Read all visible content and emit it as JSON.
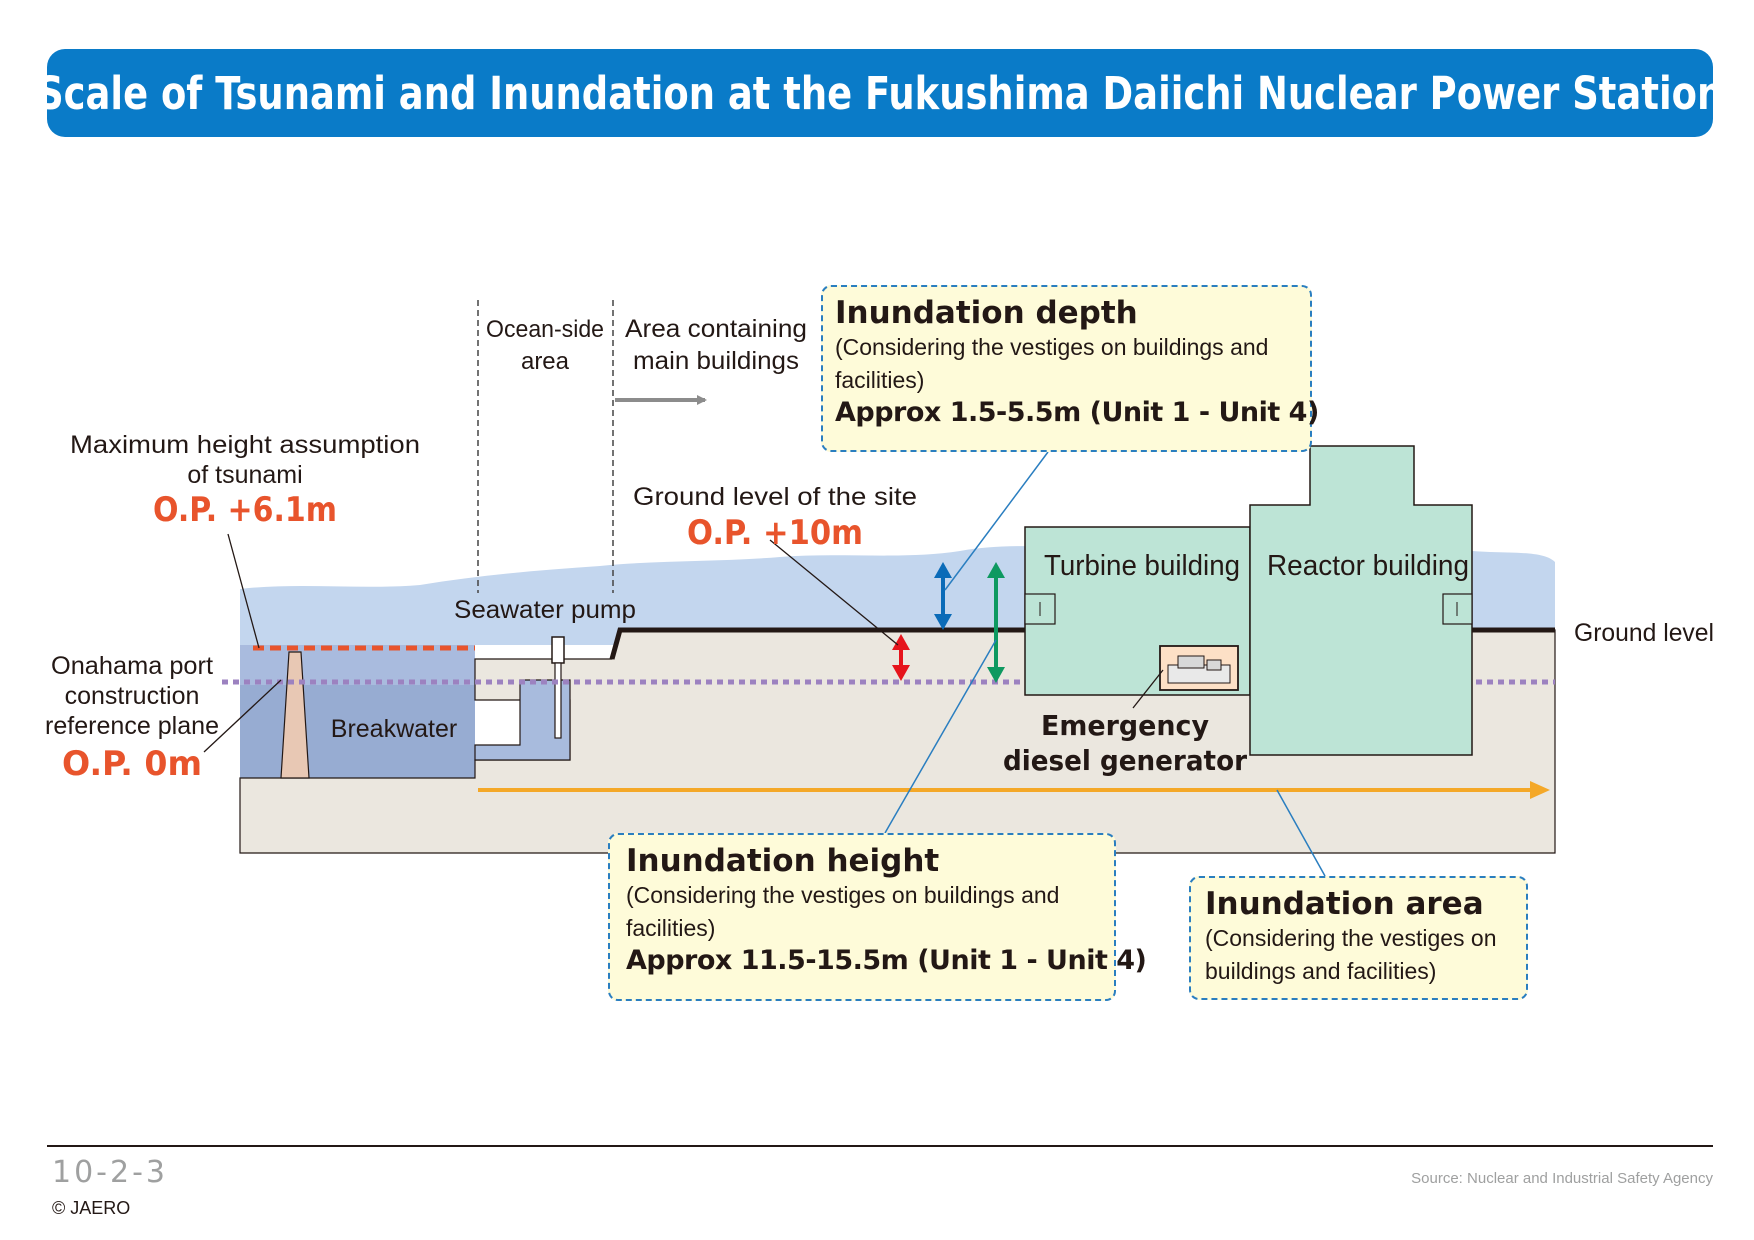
{
  "title": "Scale of Tsunami and Inundation at the Fukushima Daiichi Nuclear Power Station",
  "colors": {
    "banner": "#0a7bc8",
    "tsunami_water": "#c3d6ee",
    "sea": "#97acd2",
    "ground": "#ebe7df",
    "building": "#bde4d6",
    "accent_red": "#e8542c",
    "reference_plane": "#9c82c0",
    "area_arrow": "#f4a828",
    "depth_arrow": "#0a6bb8",
    "height_arrow": "#0e9960",
    "ground_gap_arrow": "#e6141c",
    "callout_fill": "#fefbd9",
    "callout_border": "#2a7ec0"
  },
  "labels": {
    "ocean_side_line1": "Ocean-side",
    "ocean_side_line2": "area",
    "main_buildings_line1": "Area containing",
    "main_buildings_line2": "main buildings",
    "max_height_line1": "Maximum height assumption",
    "max_height_line2": "of tsunami",
    "max_height_value": "O.P. +6.1m",
    "ground_level_site": "Ground level of the site",
    "ground_level_value": "O.P. +10m",
    "seawater_pump": "Seawater pump",
    "onahama_line1": "Onahama port",
    "onahama_line2": "construction",
    "onahama_line3": "reference plane",
    "onahama_value": "O.P. 0m",
    "breakwater": "Breakwater",
    "turbine_building": "Turbine building",
    "reactor_building": "Reactor building",
    "ground_level": "Ground level",
    "generator_line1": "Emergency",
    "generator_line2": "diesel generator"
  },
  "callouts": {
    "depth": {
      "title": "Inundation depth",
      "note": "(Considering the vestiges on buildings and facilities)",
      "value": "Approx 1.5-5.5m (Unit 1 - Unit 4)"
    },
    "height": {
      "title": "Inundation height",
      "note": "(Considering the vestiges on buildings and facilities)",
      "value": "Approx 11.5-15.5m (Unit 1 - Unit 4)"
    },
    "area": {
      "title": "Inundation area",
      "note": "(Considering the vestiges on buildings and facilities)"
    }
  },
  "footer": {
    "page_number": "10-2-3",
    "copyright": "© JAERO",
    "source": "Source:  Nuclear and Industrial Safety Agency"
  }
}
